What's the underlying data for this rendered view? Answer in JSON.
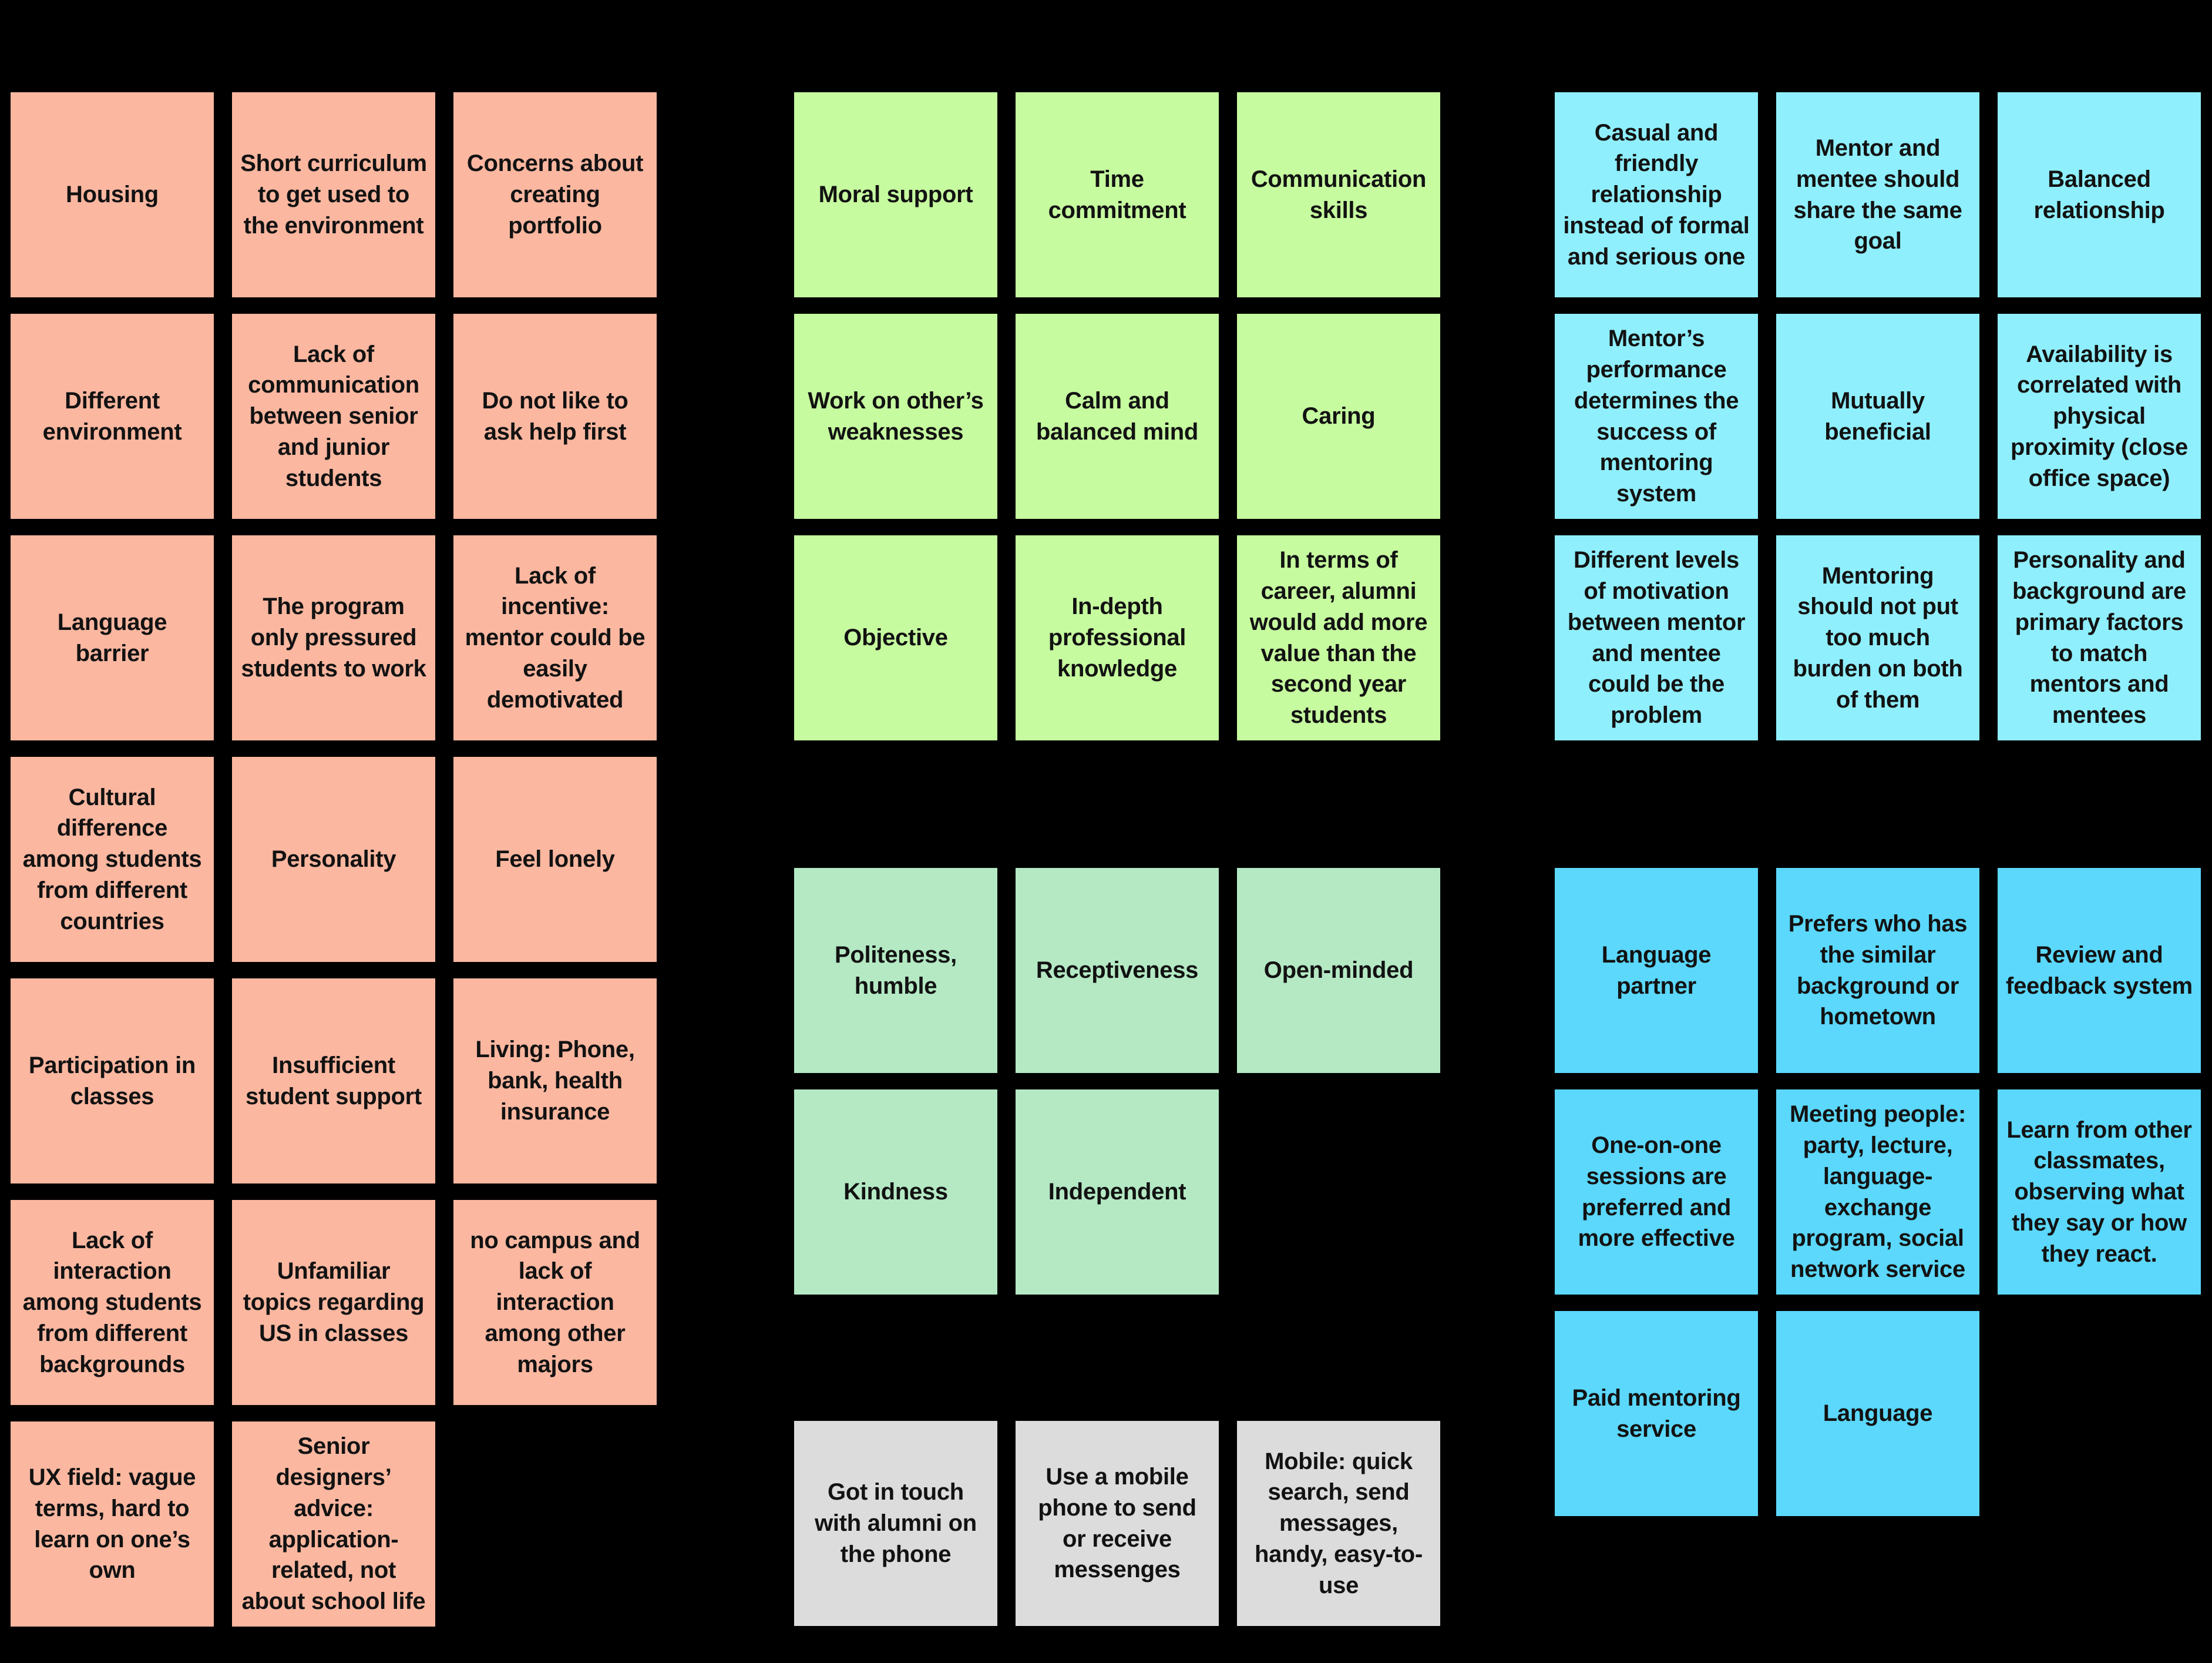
{
  "board": {
    "background": "#000000",
    "note_text_color": "#121212"
  },
  "groups": {
    "peach": {
      "color": "#FBB7A0",
      "cards": [
        "Housing",
        "Short curriculum to get used to the environment",
        "Concerns about creating portfolio",
        "Different environment",
        "Lack of communication between senior and junior students",
        "Do not like to ask help first",
        "Language barrier",
        "The program only pressured students to work",
        "Lack of incentive: mentor could be easily demotivated",
        "Cultural difference among students from different countries",
        "Personality",
        "Feel lonely",
        "Participation in classes",
        "Insufficient student support",
        "Living: Phone, bank, health insurance",
        "Lack of interaction among students from different backgrounds",
        "Unfamiliar topics regarding US in classes",
        "no campus and lack of interaction among other majors",
        "UX field: vague terms, hard to learn on one’s own",
        "Senior designers’ advice: application-related, not about school life"
      ]
    },
    "green": {
      "color": "#C6FB9F",
      "cards": [
        "Moral support",
        "Time commitment",
        "Communication skills",
        "Work on other’s weaknesses",
        "Calm and balanced mind",
        "Caring",
        "Objective",
        "In-depth professional knowledge",
        "In terms of career, alumni would add more value than the second year students"
      ]
    },
    "mint": {
      "color": "#B4E9C4",
      "cards": [
        "Politeness, humble",
        "Receptiveness",
        "Open-minded",
        "Kindness",
        "Independent"
      ]
    },
    "gray": {
      "color": "#DCDCDC",
      "cards": [
        "Got in touch with alumni on the phone",
        "Use a mobile phone to send or receive messenges",
        "Mobile: quick search, send messages, handy, easy-to-use"
      ]
    },
    "cyan": {
      "color": "#8FEFFD",
      "cards": [
        "Casual and friendly relationship instead of formal and serious one",
        "Mentor and mentee should share the same goal",
        "Balanced relationship",
        "Mentor’s performance determines the success of mentoring system",
        "Mutually beneficial",
        "Availability is correlated with physical proximity (close office space)",
        "Different levels of motivation between mentor and mentee could be the problem",
        "Mentoring should not put too much burden on both of them",
        "Personality and background are primary factors to match mentors and mentees"
      ]
    },
    "blue": {
      "color": "#5BD8FC",
      "cards": [
        "Language partner",
        "Prefers who has the similar background or hometown",
        "Review and feedback system",
        "One-on-one sessions are preferred and more effective",
        "Meeting people: party, lecture, language-exchange program, social network service",
        "Learn from other classmates, observing what they say or how they react.",
        "Paid mentoring service",
        "Language"
      ]
    }
  }
}
